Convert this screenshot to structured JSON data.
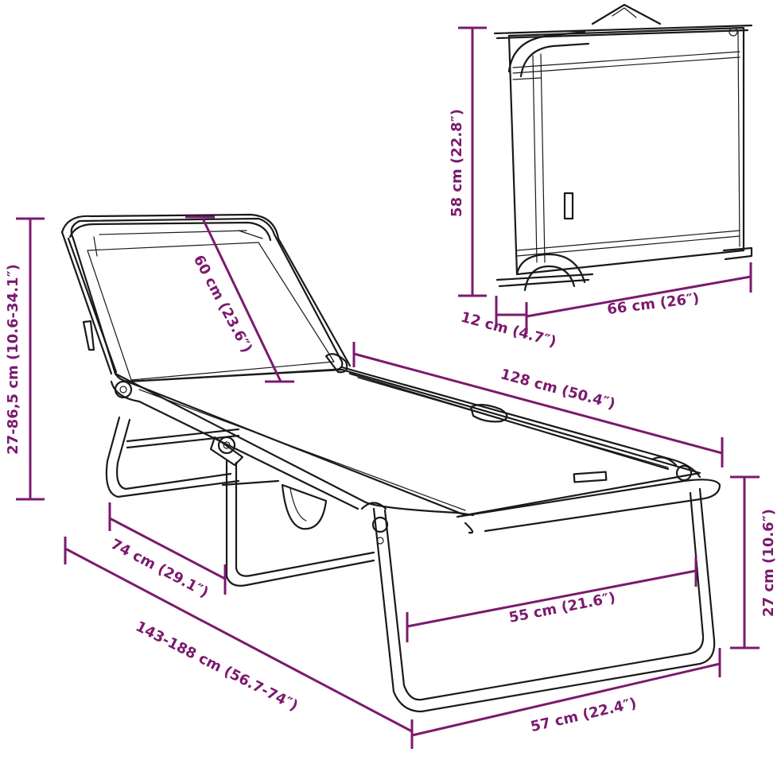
{
  "accent_color": "#7b1a6e",
  "dimensions": {
    "backrest_length": "60 cm (23.6″)",
    "height_range": "27-86,5 cm (10.6-34.1″)",
    "seat_length": "128 cm (50.4″)",
    "leg_height": "27 cm (10.6″)",
    "inner_width": "55 cm (21.6″)",
    "outer_width": "57 cm (22.4″)",
    "back_section": "74 cm (29.1″)",
    "total_length": "143-188 cm (56.7-74″)",
    "folded_height": "58 cm (22.8″)",
    "folded_depth": "12 cm (4.7″)",
    "folded_width": "66 cm (26″)"
  }
}
